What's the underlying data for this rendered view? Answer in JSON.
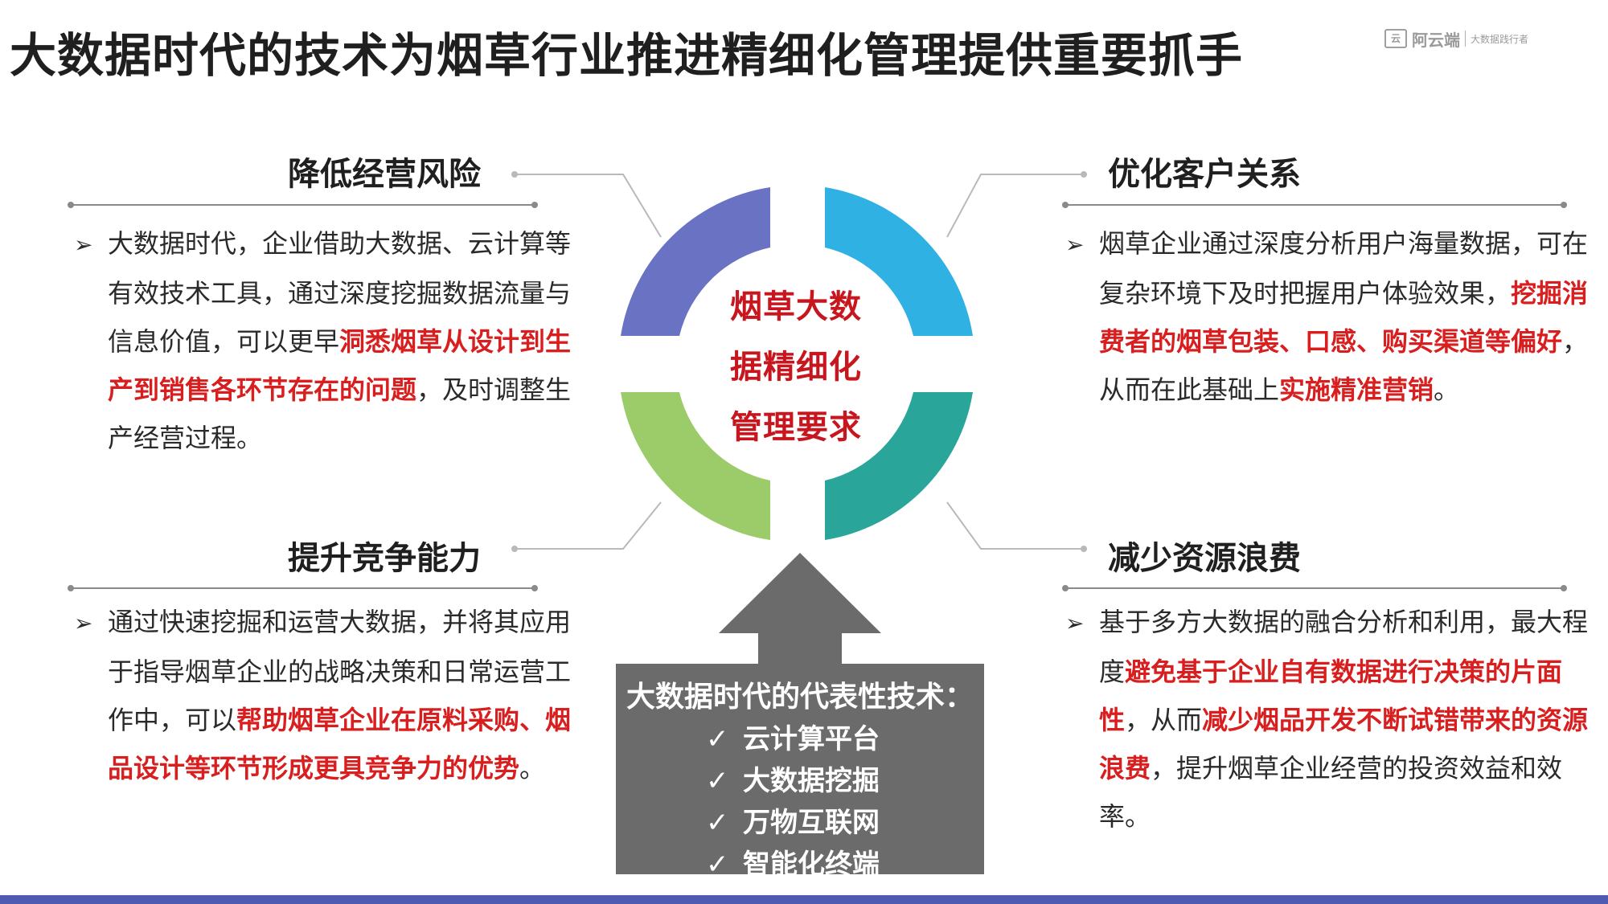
{
  "title": "大数据时代的技术为烟草行业推进精细化管理提供重要抓手",
  "logo": {
    "name": "阿云端",
    "tagline": "大数据践行者"
  },
  "center": {
    "lines": [
      "烟草大数",
      "据精细化",
      "管理要求"
    ]
  },
  "colors": {
    "quadrant_top_left": "#6a72c4",
    "quadrant_top_right": "#2fb1e3",
    "quadrant_bottom_left": "#9ccb6a",
    "quadrant_bottom_right": "#2aa59a",
    "highlight": "#d81e1e",
    "tech_box": "#6b6b6b"
  },
  "sections": {
    "top_left": {
      "heading": "降低经营风险",
      "p1": "大数据时代，企业借助大数据、云计算等有效技术工具，通过深度挖掘数据流量与信息价值，可以更早",
      "p2": "洞悉烟草从设计到生产到销售各环节存在的问题",
      "p3": "，及时调整生产经营过程。"
    },
    "top_right": {
      "heading": "优化客户关系",
      "p1": "烟草企业通过深度分析用户海量数据，可在复杂环境下及时把握用户体验效果，",
      "p2": "挖掘消费者的烟草包装、口感、购买渠道等偏好",
      "p3": "，从而在此基础上",
      "p4": "实施精准营销",
      "p5": "。"
    },
    "bottom_left": {
      "heading": "提升竞争能力",
      "p1": "通过快速挖掘和运营大数据，并将其应用于指导烟草企业的战略决策和日常运营工作中，可以",
      "p2": "帮助烟草企业在原料采购、烟品设计等环节形成更具竞争力的优势",
      "p3": "。"
    },
    "bottom_right": {
      "heading": "减少资源浪费",
      "p1": "基于多方大数据的融合分析和利用，最大程度",
      "p2": "避免基于企业自有数据进行决策的片面性",
      "p3": "，从而",
      "p4": "减少烟品开发不断试错带来的资源浪费",
      "p5": "，提升烟草企业经营的投资效益和效率。"
    }
  },
  "tech": {
    "title": "大数据时代的代表性技术：",
    "items": [
      "云计算平台",
      "大数据挖掘",
      "万物互联网",
      "智能化终端"
    ]
  }
}
